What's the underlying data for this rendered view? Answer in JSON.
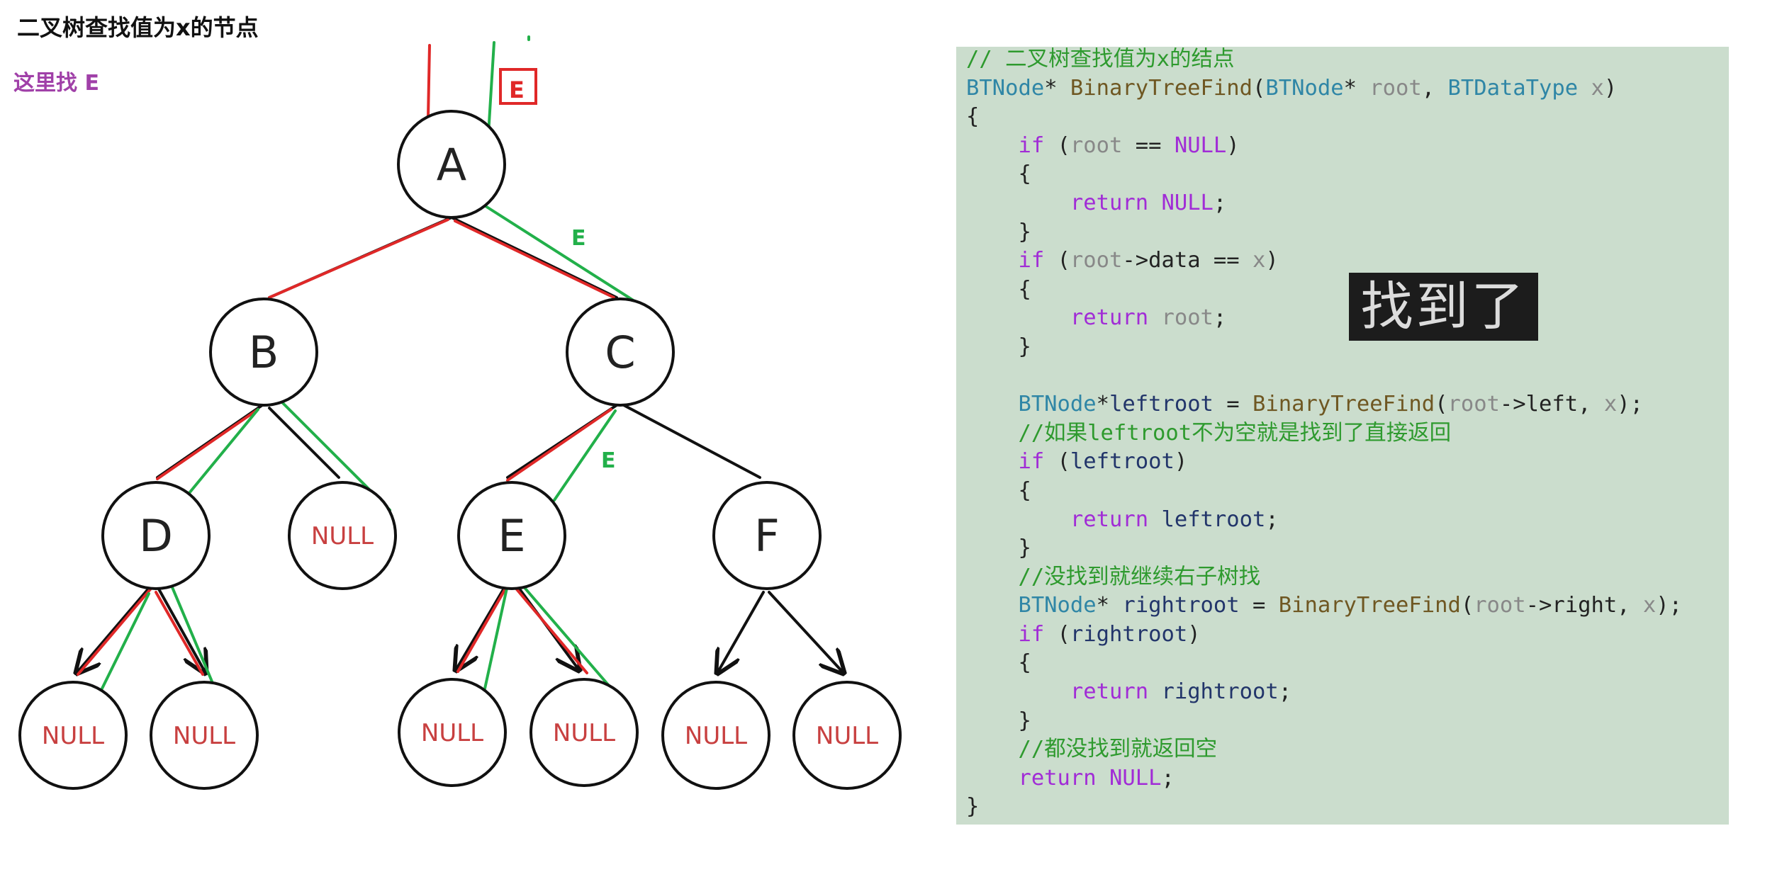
{
  "title": "二叉树查找值为x的节点",
  "subtitle": "这里找 E",
  "tree": {
    "nodes": [
      "A",
      "B",
      "C",
      "D",
      "E",
      "F"
    ],
    "null_label": "NULL",
    "annotations": {
      "boxed_target": "E",
      "green_label_1": "E",
      "green_label_2": "E"
    }
  },
  "colors": {
    "red_path": "#e02828",
    "green_path": "#22b04a",
    "tree_edge": "#111111",
    "code_bg": "#cbddcd",
    "comment": "#2e9a2e",
    "keyword": "#a12cd6",
    "type": "#2f86a6",
    "function": "#6f5722"
  },
  "code": {
    "lines": [
      "// 二叉树查找值为x的结点",
      "BTNode* BinaryTreeFind(BTNode* root, BTDataType x)",
      "{",
      "    if (root == NULL)",
      "    {",
      "        return NULL;",
      "    }",
      "    if (root->data == x)",
      "    {",
      "        return root;",
      "    }",
      "",
      "    BTNode*leftroot = BinaryTreeFind(root->left, x);",
      "    //如果leftroot不为空就是找到了直接返回",
      "    if (leftroot)",
      "    {",
      "        return leftroot;",
      "    }",
      "    //没找到就继续右子树找",
      "    BTNode* rightroot = BinaryTreeFind(root->right, x);",
      "    if (rightroot)",
      "    {",
      "        return rightroot;",
      "    }",
      "    //都没找到就返回空",
      "    return NULL;",
      "}"
    ]
  },
  "overlay": {
    "found_text": "找到了"
  }
}
